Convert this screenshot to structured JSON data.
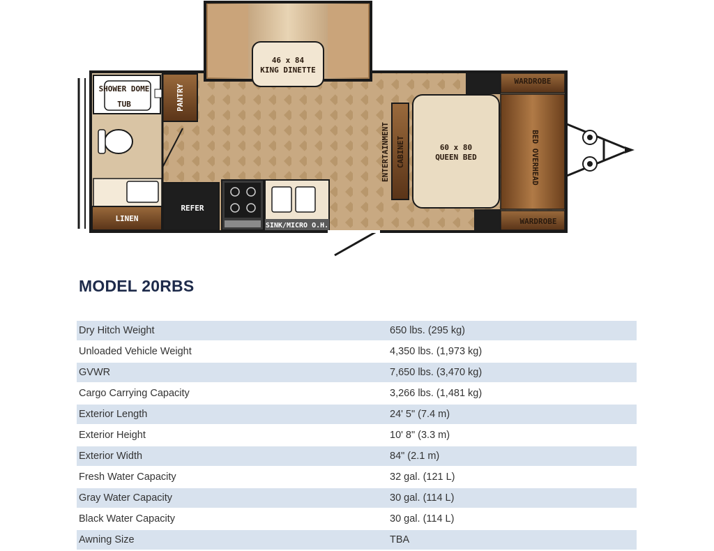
{
  "floorplan": {
    "labels": {
      "king_dinette": [
        "46 x 84",
        "KING DINETTE"
      ],
      "shower_tub": [
        "SHOWER DOME",
        "TUB"
      ],
      "pantry": "PANTRY",
      "entertainment_cabinet": [
        "ENTERTAINMENT",
        "CABINET"
      ],
      "queen_bed": [
        "60 x 80",
        "QUEEN BED"
      ],
      "wardrobe_top": "WARDROBE",
      "wardrobe_bottom": "WARDROBE",
      "bed_overhead": "BED OVERHEAD",
      "refer": "REFER",
      "linen": "LINEN",
      "sink_micro": "SINK/MICRO O.H."
    }
  },
  "model": {
    "title": "MODEL 20RBS"
  },
  "specs": [
    {
      "label": "Dry Hitch Weight",
      "value": "650 lbs. (295 kg)"
    },
    {
      "label": "Unloaded Vehicle Weight",
      "value": "4,350 lbs. (1,973 kg)"
    },
    {
      "label": "GVWR",
      "value": "7,650 lbs. (3,470 kg)"
    },
    {
      "label": "Cargo Carrying Capacity",
      "value": "3,266 lbs. (1,481 kg)"
    },
    {
      "label": "Exterior Length",
      "value": "24' 5\" (7.4 m)"
    },
    {
      "label": "Exterior Height",
      "value": "10' 8\" (3.3 m)"
    },
    {
      "label": "Exterior Width",
      "value": "84\" (2.1 m)"
    },
    {
      "label": "Fresh Water Capacity",
      "value": "32 gal. (121 L)"
    },
    {
      "label": "Gray Water Capacity",
      "value": "30 gal. (114 L)"
    },
    {
      "label": "Black Water Capacity",
      "value": "30 gal. (114 L)"
    },
    {
      "label": "Awning Size",
      "value": "TBA"
    }
  ],
  "colors": {
    "row_shade": "#d8e2ee",
    "title": "#1d2a4a",
    "floor": "#c9aa82",
    "wall": "#1a1a1a"
  }
}
